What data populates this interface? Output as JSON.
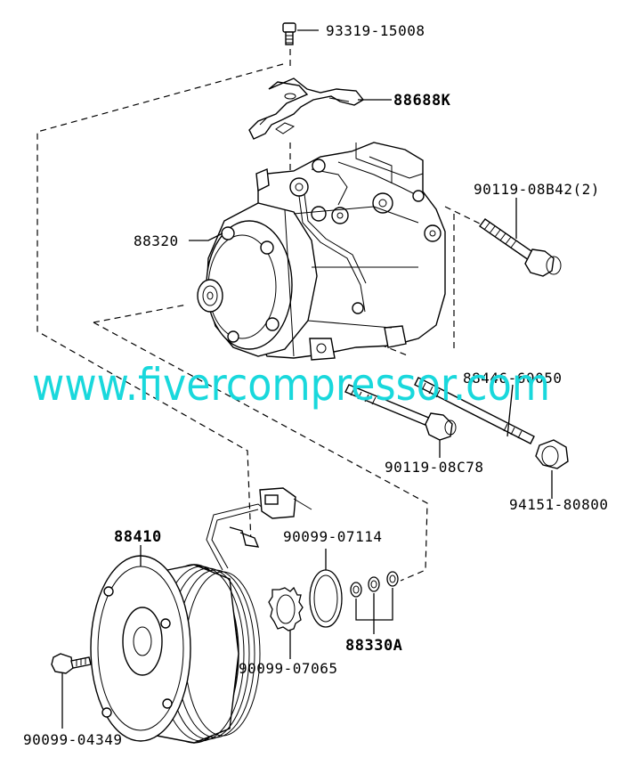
{
  "watermark": "www.fivercompressor.com",
  "labels": {
    "bolt_top": "93319-15008",
    "bracket": "88688K",
    "compressor": "88320",
    "stud_bolt_2": "90119-08B42(2)",
    "stud_long": "88446-60050",
    "bolt_mid": "90119-08C78",
    "nut": "94151-80800",
    "clutch": "88410",
    "snap_ring_a": "90099-07114",
    "snap_ring_b": "90099-07065",
    "shim_set": "88330A",
    "bolt_bottom": "90099-04349"
  }
}
